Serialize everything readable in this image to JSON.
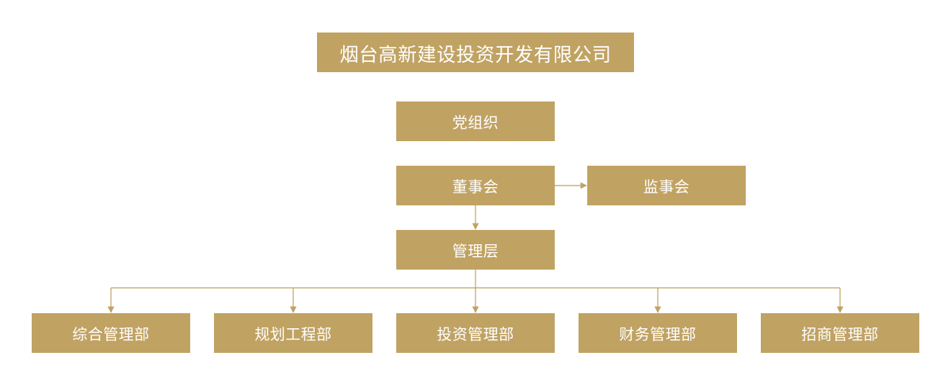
{
  "colors": {
    "box": "#c0a263",
    "text": "#ffffff",
    "connector": "#c0a263"
  },
  "org": {
    "company": "烟台高新建设投资开发有限公司",
    "party": "党组织",
    "board": "董事会",
    "supervisory": "监事会",
    "management": "管理层",
    "departments": [
      "综合管理部",
      "规划工程部",
      "投资管理部",
      "财务管理部",
      "招商管理部"
    ]
  }
}
